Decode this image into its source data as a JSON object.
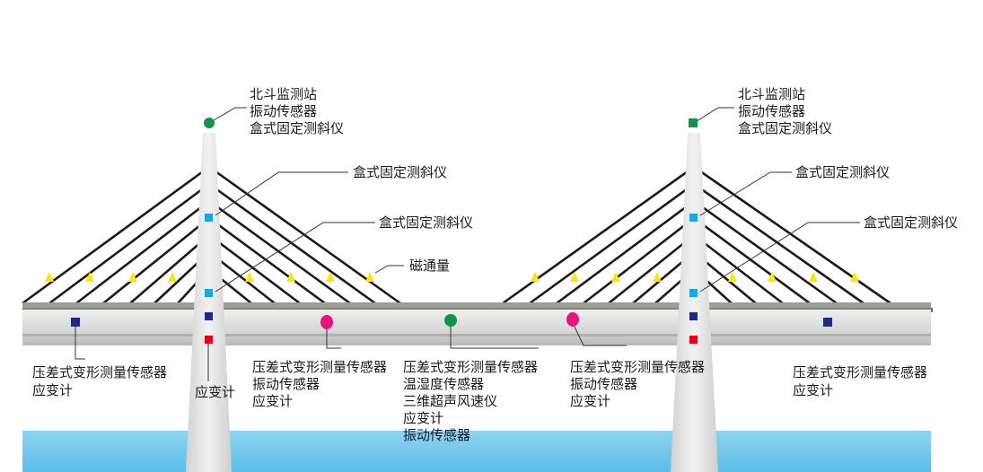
{
  "colors": {
    "water_top": "#8fd3f2",
    "water_bottom": "#5cbde6",
    "deck": "#dcdcdc",
    "deck_edge": "#8a9088",
    "tower": "#e3e3e3",
    "cable": "#1f1a17",
    "sensor_yellow": "#ffe600",
    "sensor_cyan": "#18a7e6",
    "sensor_navy": "#1b2a8c",
    "sensor_red": "#e60012",
    "sensor_magenta": "#e5157a",
    "sensor_green": "#12944a"
  },
  "labels": {
    "left_tower_top": [
      "北斗监测站",
      "振动传感器",
      "盒式固定测斜仪"
    ],
    "right_tower_top": [
      "北斗监测站",
      "振动传感器",
      "盒式固定测斜仪"
    ],
    "left_tilt_upper": "盒式固定测斜仪",
    "left_tilt_lower": "盒式固定测斜仪",
    "right_tilt_upper": "盒式固定测斜仪",
    "right_tilt_lower": "盒式固定测斜仪",
    "magnetic_flux": "磁通量",
    "left_span": [
      "压差式变形测量传感器",
      "应变计"
    ],
    "left_tower_base": [
      "应变计"
    ],
    "mid_left": [
      "压差式变形测量传感器",
      "振动传感器",
      "应变计"
    ],
    "center": [
      "压差式变形测量传感器",
      "温湿度传感器",
      "三维超声风速仪",
      "应变计",
      "振动传感器"
    ],
    "mid_right": [
      "压差式变形测量传感器",
      "振动传感器",
      "应变计"
    ],
    "right_span": [
      "压差式变形测量传感器",
      "应变计"
    ]
  }
}
